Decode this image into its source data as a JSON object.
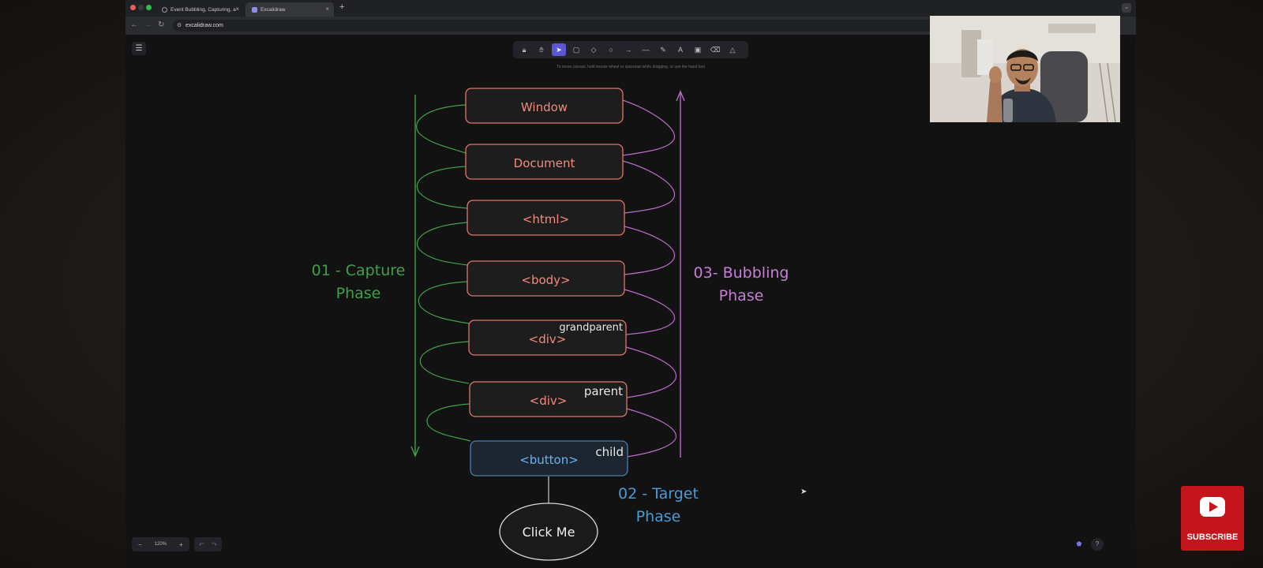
{
  "browser": {
    "tabs": [
      {
        "title": "Event Bubbling, Capturing, a"
      },
      {
        "title": "Excalidraw"
      }
    ],
    "new_tab": "+",
    "url": "excalidraw.com"
  },
  "excalidraw": {
    "hint": "To move canvas, hold mouse wheel or spacebar while dragging, or use the hand tool",
    "zoom_level": "120%",
    "zoom_out": "−",
    "zoom_in": "+"
  },
  "diagram": {
    "boxes": [
      {
        "label": "Window"
      },
      {
        "label": "Document"
      },
      {
        "label": "<html>"
      },
      {
        "label": "<body>"
      },
      {
        "label": "<div>",
        "tag": "grandparent"
      },
      {
        "label": "<div>",
        "tag": "parent"
      },
      {
        "label": "<button>",
        "tag": "child"
      }
    ],
    "capture_phase": [
      "01 - Capture",
      "Phase"
    ],
    "bubbling_phase": [
      "03- Bubbling",
      "Phase"
    ],
    "target_phase": [
      "02 - Target",
      "Phase"
    ],
    "click_label": "Click Me",
    "colors": {
      "box_stroke": "#e0766a",
      "box_text": "#f28b7e",
      "capture": "#3fa04a",
      "bubbling": "#b86bc8",
      "target": "#4a9ad6"
    }
  },
  "overlay": {
    "subscribe": "SUBSCRIBE"
  }
}
